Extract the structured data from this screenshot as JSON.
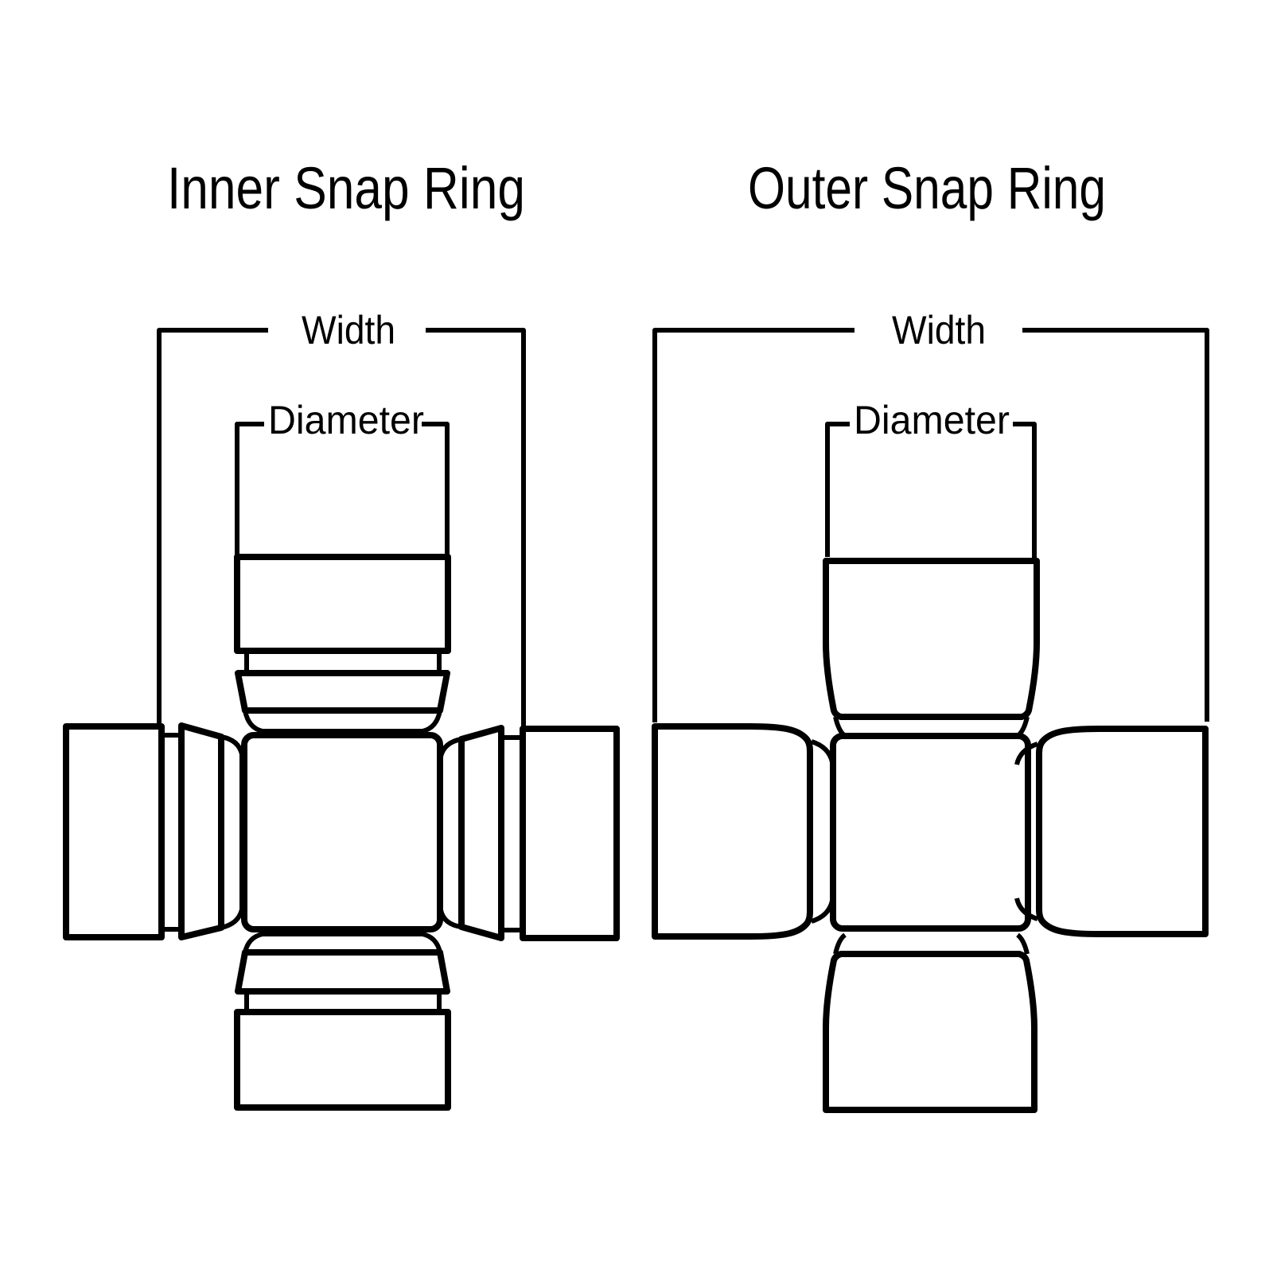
{
  "colors": {
    "ink": "#000000",
    "background": "#ffffff"
  },
  "figures": [
    {
      "title": "Inner Snap Ring",
      "dimensions": {
        "width": "Width",
        "diameter": "Diameter"
      }
    },
    {
      "title": "Outer Snap Ring",
      "dimensions": {
        "width": "Width",
        "diameter": "Diameter"
      }
    }
  ]
}
